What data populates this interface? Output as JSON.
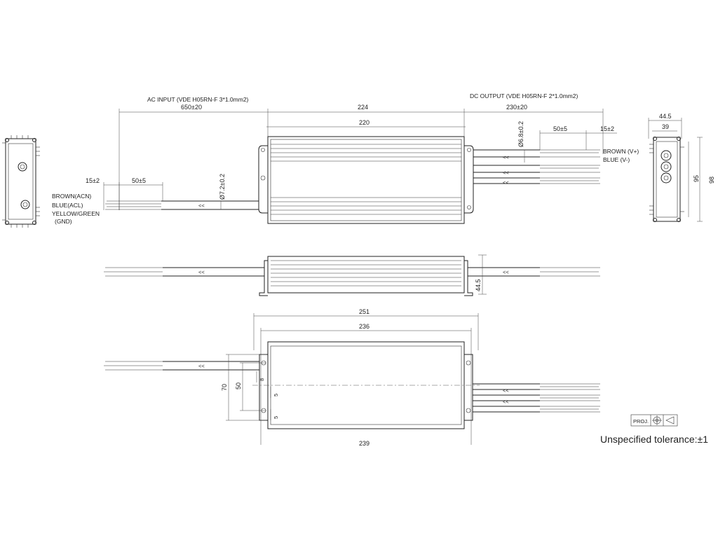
{
  "labels": {
    "ac_input": "AC INPUT  (VDE H05RN-F  3*1.0mm2)",
    "dc_output": "DC OUTPUT (VDE H05RN-F  2*1.0mm2)",
    "brown_v_plus": "BROWN (V+)",
    "blue_v_minus": "BLUE (V-)",
    "brown_acn": "BROWN(ACN)",
    "blue_acl": "BLUE(ACL)",
    "yellow_green": "YELLOW/GREEN",
    "gnd": "(GND)",
    "proj": "PROJ.",
    "tolerance": "Unspecified tolerance:±1"
  },
  "dimensions": {
    "d650": "650±20",
    "d224": "224",
    "d230": "230±20",
    "d220": "220",
    "d50_left": "50±5",
    "d15_left": "15±2",
    "d50_right": "50±5",
    "d15_right": "15±2",
    "dia72": "Ø7.2±0.2",
    "dia68": "Ø6.8±0.2",
    "d445_side": "44.5",
    "d445_end": "44.5",
    "d39": "39",
    "d95": "95",
    "d98": "98",
    "d251": "251",
    "d236": "236",
    "d239": "239",
    "d70": "70",
    "d50_bottom": "50",
    "d8": "8",
    "d5a": "5",
    "d5b": "5"
  },
  "colors": {
    "line": "#222222",
    "background": "#ffffff"
  }
}
